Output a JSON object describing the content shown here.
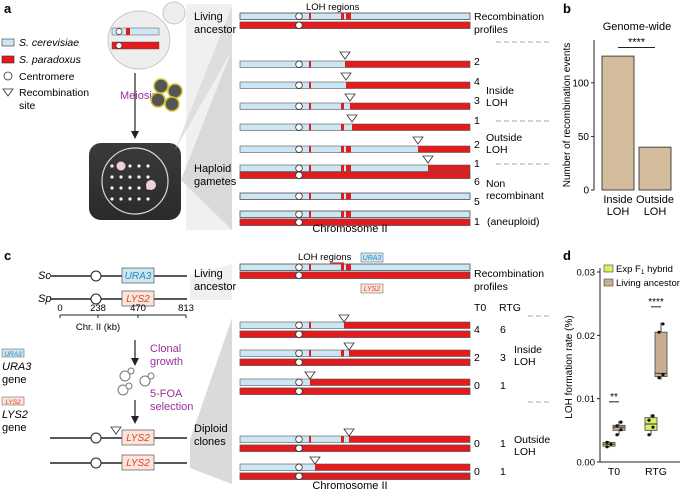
{
  "panel_a": {
    "letter": "a",
    "legend": {
      "sc": "S. cerevisiae",
      "sp": "S. paradoxus",
      "centromere": "Centromere",
      "recomb_line1": "Recombination",
      "recomb_line2": "site"
    },
    "meiosis": "Meiosis",
    "living_ancestor": [
      "Living",
      "ancestor"
    ],
    "haploid": [
      "Haploid",
      "gametes"
    ],
    "loh_regions": "LOH regions",
    "recomb_profiles": [
      "Recombination",
      "profiles"
    ],
    "counts": [
      "2",
      "4",
      "3",
      "1",
      "2",
      "1",
      "6",
      "5",
      "1"
    ],
    "count_9_suffix": "(aneuploid)",
    "groups": {
      "inside": [
        "Inside",
        "LOH"
      ],
      "outside": [
        "Outside",
        "LOH"
      ],
      "non": [
        "Non",
        "recombinant"
      ]
    },
    "chromosome": "Chromosome II"
  },
  "panel_b": {
    "letter": "b",
    "title": "Genome-wide",
    "significance": "****",
    "chart_data": {
      "type": "bar",
      "categories": [
        "Inside LOH",
        "Outside LOH"
      ],
      "category_lines": [
        [
          "Inside",
          "LOH"
        ],
        [
          "Outside",
          "LOH"
        ]
      ],
      "values": [
        125,
        40
      ],
      "ylabel": "Number of recombination events",
      "yticks": [
        0,
        50,
        100
      ],
      "ylim": [
        0,
        140
      ],
      "bar_color": "#d3bd9c"
    }
  },
  "panel_c": {
    "letter": "c",
    "sc": "Sc",
    "sp": "Sp",
    "ura3": "URA3",
    "lys2": "LYS2",
    "axis_ticks": [
      "0",
      "238",
      "470",
      "813"
    ],
    "axis_label": "Chr. II (kb)",
    "legend_ura_box": "URA3",
    "legend_ura_name": "URA3",
    "legend_ura_gene": "gene",
    "legend_lys_box": "LYS2",
    "legend_lys_name": "LYS2",
    "legend_lys_gene": "gene",
    "clonal_growth": [
      "Clonal",
      "growth"
    ],
    "foa_selection": [
      "5-FOA",
      "selection"
    ],
    "diploid_clones": [
      "Diploid",
      "clones"
    ],
    "living_ancestor": [
      "Living",
      "ancestor"
    ],
    "loh_regions": "LOH regions",
    "recomb_profiles": [
      "Recombination",
      "profiles"
    ],
    "col_t0": "T0",
    "col_rtg": "RTG",
    "rows": [
      {
        "t0": "4",
        "rtg": "6"
      },
      {
        "t0": "2",
        "rtg": "3"
      },
      {
        "t0": "0",
        "rtg": "1"
      },
      {
        "t0": "0",
        "rtg": "1"
      },
      {
        "t0": "0",
        "rtg": "1"
      }
    ],
    "groups": {
      "inside": [
        "Inside",
        "LOH"
      ],
      "outside": [
        "Outside",
        "LOH"
      ]
    },
    "chromosome": "Chromosome II"
  },
  "panel_d": {
    "letter": "d",
    "legend_exp": "Exp F",
    "legend_exp_sub": "1",
    "legend_exp_tail": " hybrid",
    "legend_anc": "Living ancestor",
    "sig_t0": "**",
    "sig_rtg": "****",
    "chart_data": {
      "type": "box",
      "ylabel": "LOH formation rate (%)",
      "categories": [
        "T0",
        "RTG"
      ],
      "yticks": [
        "0.00",
        "0.01",
        "0.02",
        "0.03"
      ],
      "ylim": [
        0,
        0.03
      ],
      "series": [
        {
          "name": "Exp F1 hybrid",
          "color": "#d9ee63",
          "boxes": [
            {
              "q1": 0.0025,
              "median": 0.0028,
              "q3": 0.0031,
              "min": 0.0023,
              "max": 0.0033,
              "points": [
                0.0024,
                0.0028,
                0.0031
              ]
            },
            {
              "q1": 0.005,
              "median": 0.006,
              "q3": 0.007,
              "min": 0.0042,
              "max": 0.0075,
              "points": [
                0.0043,
                0.0055,
                0.0066,
                0.0073
              ]
            }
          ]
        },
        {
          "name": "Living ancestor",
          "color": "#c8ad8e",
          "boxes": [
            {
              "q1": 0.005,
              "median": 0.0055,
              "q3": 0.0058,
              "min": 0.0042,
              "max": 0.0065,
              "points": [
                0.0043,
                0.0051,
                0.0057,
                0.0063
              ]
            },
            {
              "q1": 0.0135,
              "median": 0.014,
              "q3": 0.0205,
              "min": 0.013,
              "max": 0.022,
              "points": [
                0.0133,
                0.0138,
                0.0205,
                0.0218
              ]
            }
          ]
        }
      ]
    }
  }
}
